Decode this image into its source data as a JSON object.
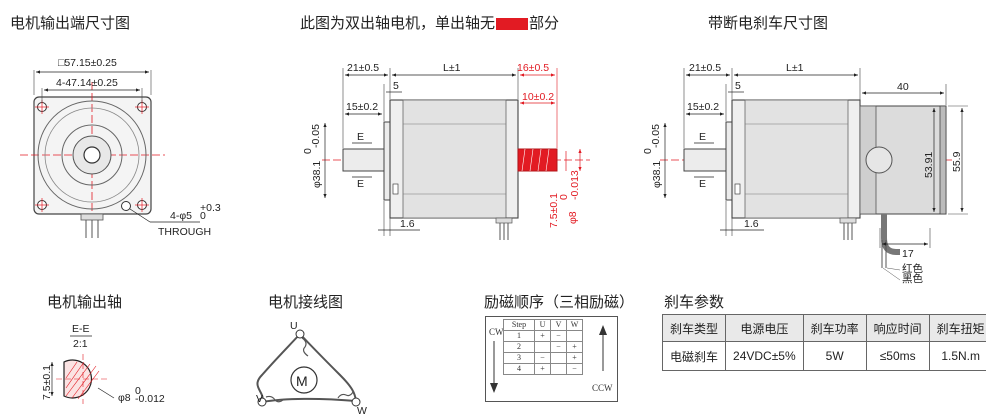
{
  "titles": {
    "motor_size": "电机输出端尺寸图",
    "dual_shaft_pre": "此图为双出轴电机，单出轴无",
    "dual_shaft_post": "部分",
    "brake_size": "带断电刹车尺寸图",
    "output_shaft": "电机输出轴",
    "wiring": "电机接线图",
    "excitation": "励磁顺序（三相励磁）",
    "brake_params": "刹车参数"
  },
  "front_view": {
    "square": "□57.15±0.25",
    "hole_spacing": "4-47.14±0.25",
    "holes": "4-φ5",
    "holes_tol": "+0.3",
    "holes_tol_low": "0",
    "through": "THROUGH"
  },
  "side_view": {
    "d21": "21±0.5",
    "dL": "L±1",
    "d16": "16±0.5",
    "d10": "10±0.2",
    "d5": "5",
    "d15": "15±0.2",
    "dE": "E",
    "d16small": "1.6",
    "d381": "φ38.1",
    "d381_tol_hi": "0",
    "d381_tol_lo": "-0.05",
    "d75": "7.5±0.1",
    "d8": "φ8",
    "d8_tol_hi": "0",
    "d8_tol_lo": "-0.013"
  },
  "brake_view": {
    "d21": "21±0.5",
    "dL": "L±1",
    "d5": "5",
    "d15": "15±0.2",
    "dE": "E",
    "d381": "φ38.1",
    "d381_tol_hi": "0",
    "d381_tol_lo": "-0.05",
    "d16small": "1.6",
    "d40": "40",
    "d5391": "53.91",
    "d559": "55.9",
    "d17": "17",
    "wire_red": "红色",
    "wire_black": "黑色"
  },
  "shaft_section": {
    "section": "E-E",
    "scale": "2:1",
    "d75": "7.5±0.1",
    "d8": "φ8",
    "d8_tol_hi": "0",
    "d8_tol_lo": "-0.012"
  },
  "wiring": {
    "u": "U",
    "v": "V",
    "w": "W",
    "m": "M"
  },
  "phase_table": {
    "cw": "CW",
    "ccw": "CCW",
    "headers": [
      "Step",
      "U",
      "V",
      "W"
    ],
    "rows": [
      [
        "1",
        "+",
        "−",
        ""
      ],
      [
        "2",
        "",
        "−",
        "+"
      ],
      [
        "3",
        "−",
        "",
        "+"
      ],
      [
        "4",
        "+",
        "",
        "−"
      ]
    ]
  },
  "brake_table": {
    "headers": [
      "刹车类型",
      "电源电压",
      "刹车功率",
      "响应时间",
      "刹车扭矩"
    ],
    "row": [
      "电磁刹车",
      "24VDC±5%",
      "5W",
      "≤50ms",
      "1.5N.m"
    ]
  }
}
